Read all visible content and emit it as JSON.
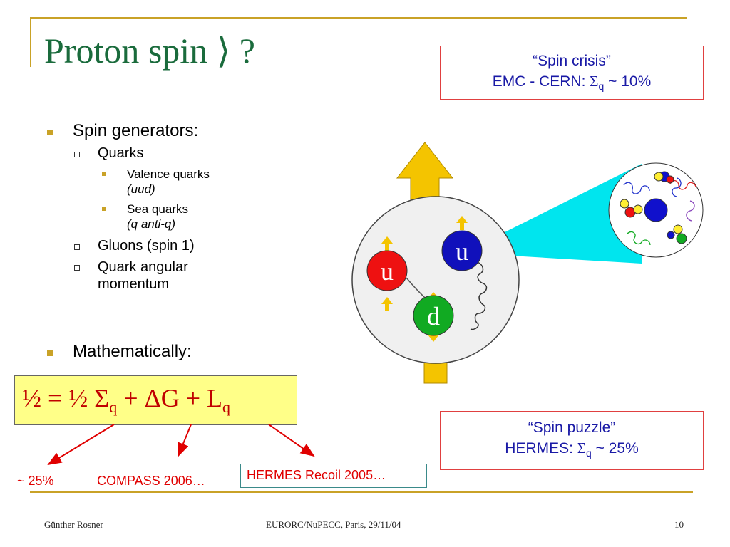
{
  "title": {
    "text": "Proton spin",
    "glyph": "⟩",
    "question": "?"
  },
  "spin_crisis": {
    "line1": "“Spin crisis”",
    "line2_prefix": "EMC - CERN: ",
    "sigma": "Σ",
    "sub": "q",
    "line2_suffix": " ~ 10%"
  },
  "spin_puzzle": {
    "line1": "“Spin puzzle”",
    "line2_prefix": "HERMES: ",
    "sigma": "Σ",
    "sub": "q",
    "line2_suffix": " ~ 25%"
  },
  "bullets": {
    "spin_generators": "Spin generators:",
    "quarks": "Quarks",
    "valence": "Valence quarks",
    "valence_sub": "(uud)",
    "sea": "Sea quarks",
    "sea_sub": "(q anti-q)",
    "gluons": "Gluons (spin 1)",
    "angular_1": "Quark angular",
    "angular_2": "momentum",
    "mathematically": "Mathematically:"
  },
  "equation": {
    "lhs": "½ = ½ Σ",
    "q1": "q",
    "mid": " + ΔG + L",
    "q2": "q"
  },
  "annotations": {
    "a1": "~ 25%",
    "a2": "COMPASS 2006…",
    "a3": "HERMES Recoil 2005…"
  },
  "quarks": {
    "u_top": "u",
    "u_left": "u",
    "d": "d"
  },
  "footer": {
    "author": "Günther Rosner",
    "event": "EURORC/NuPECC, Paris, 29/11/04",
    "page": "10"
  },
  "colors": {
    "accent": "#c9a227",
    "title": "#1a6b3c",
    "box_text": "#1a1aa6",
    "red": "#e00000",
    "equation_bg": "#ffff88"
  }
}
